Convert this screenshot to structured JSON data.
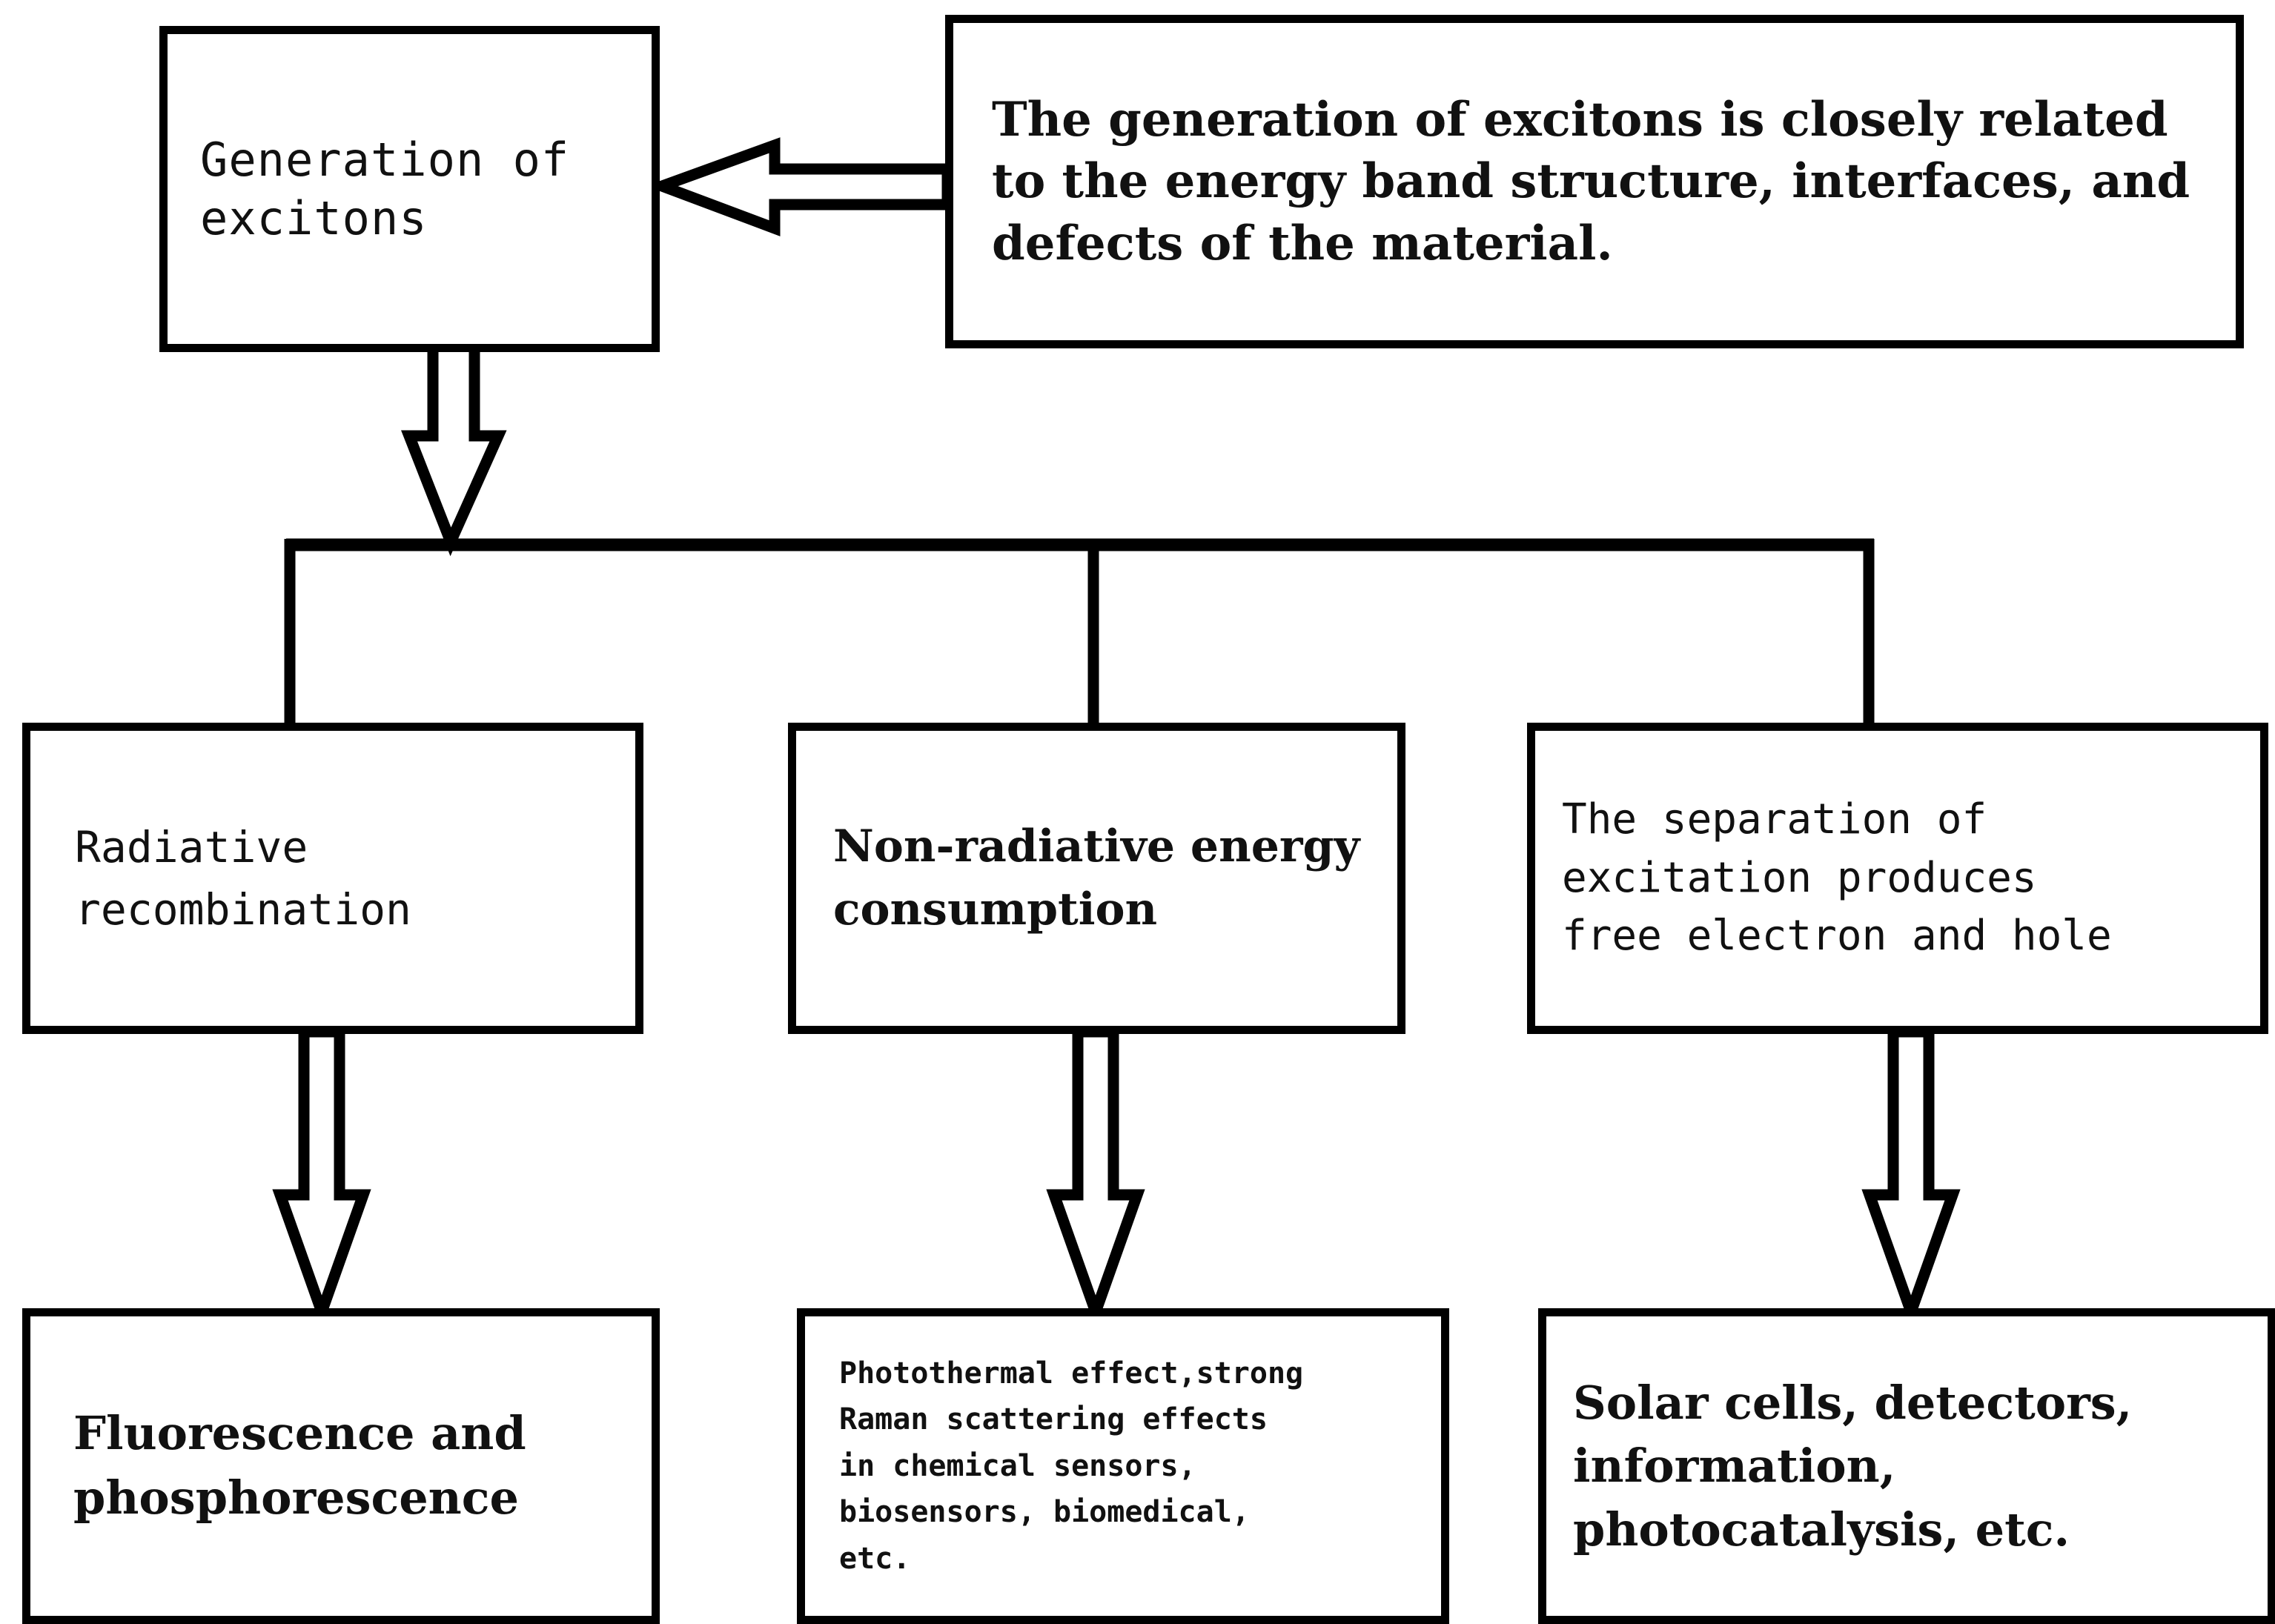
{
  "diagram": {
    "title": "Exciton generation and decay pathways flowchart",
    "background_color": "#ffffff",
    "stroke_color": "#000000",
    "text_color": "#111111"
  },
  "nodes": {
    "generation": {
      "label": "Generation of\nexcitons",
      "font_style": "monospace-serif"
    },
    "description": {
      "label": "The generation of excitons is closely related to the energy band structure, interfaces, and defects of the material.",
      "font_style": "bold-serif"
    },
    "radiative": {
      "label": "Radiative\nrecombination",
      "font_style": "monospace-serif"
    },
    "nonradiative": {
      "label": "Non-radiative energy\nconsumption",
      "font_style": "bold-serif"
    },
    "separation": {
      "label": "The separation of\nexcitation produces\nfree electron and hole",
      "font_style": "monospace-serif"
    },
    "fluorescence": {
      "label": "Fluorescence and\nphosphorescence",
      "font_style": "bold-serif"
    },
    "photothermal": {
      "label": "Photothermal effect,strong\nRaman scattering effects\nin chemical sensors,\nbiosensors, biomedical,\netc.",
      "font_style": "bold-monospace"
    },
    "solar": {
      "label": "Solar cells, detectors,\ninformation,\nphotocatalysis, etc.",
      "font_style": "bold-serif"
    }
  },
  "connectors": [
    {
      "name": "description-to-generation",
      "type": "hollow-block-arrow",
      "direction": "left"
    },
    {
      "name": "generation-to-branch",
      "type": "hollow-block-arrow",
      "direction": "down"
    },
    {
      "name": "branch-bus",
      "type": "plain-line",
      "direction": "horizontal"
    },
    {
      "name": "branch-to-radiative",
      "type": "plain-line",
      "direction": "down"
    },
    {
      "name": "branch-to-nonradiative",
      "type": "plain-line",
      "direction": "down"
    },
    {
      "name": "branch-to-separation",
      "type": "plain-line",
      "direction": "down"
    },
    {
      "name": "radiative-to-fluorescence",
      "type": "hollow-block-arrow",
      "direction": "down"
    },
    {
      "name": "nonradiative-to-photothermal",
      "type": "hollow-block-arrow",
      "direction": "down"
    },
    {
      "name": "separation-to-solar",
      "type": "hollow-block-arrow",
      "direction": "down"
    }
  ]
}
